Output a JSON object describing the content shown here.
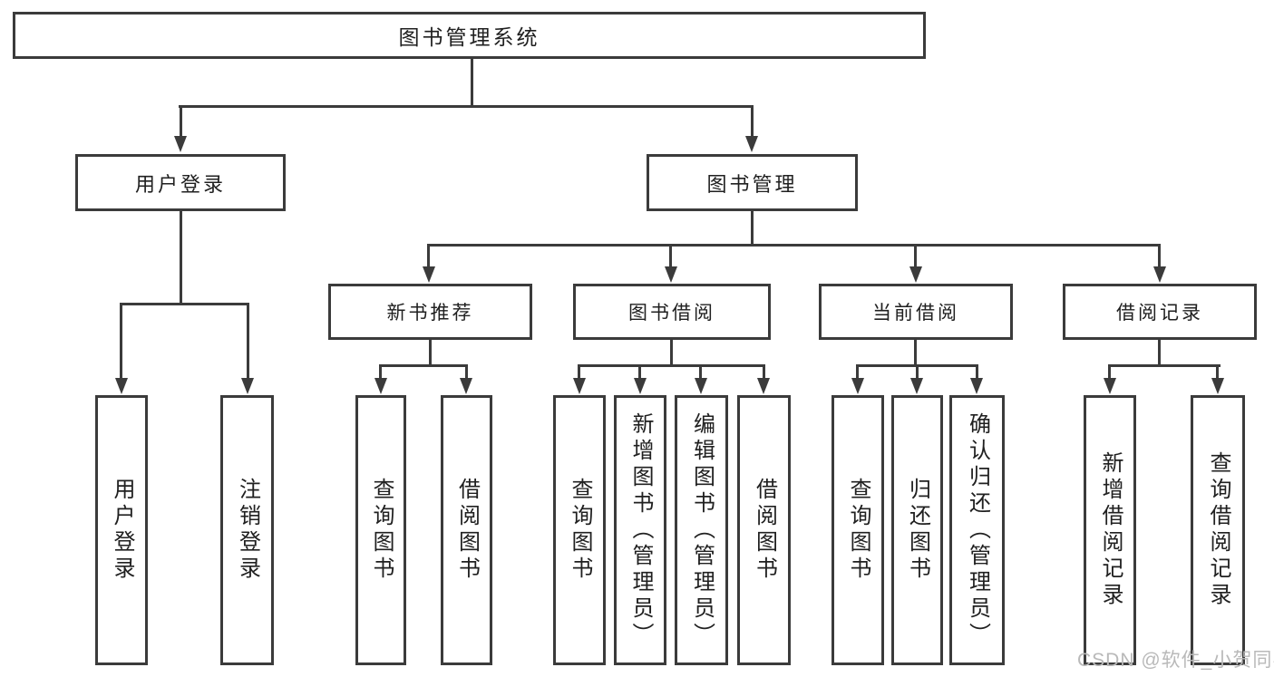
{
  "tree": {
    "root": {
      "label": "图书管理系统",
      "children": [
        {
          "label": "用户登录",
          "children": [
            {
              "label": "用户登录"
            },
            {
              "label": "注销登录"
            }
          ]
        },
        {
          "label": "图书管理",
          "children": [
            {
              "label": "新书推荐",
              "children": [
                {
                  "label": "查询图书"
                },
                {
                  "label": "借阅图书"
                }
              ]
            },
            {
              "label": "图书借阅",
              "children": [
                {
                  "label": "查询图书"
                },
                {
                  "label": "新增图书（管理员）"
                },
                {
                  "label": "编辑图书（管理员）"
                },
                {
                  "label": "借阅图书"
                }
              ]
            },
            {
              "label": "当前借阅",
              "children": [
                {
                  "label": "查询图书"
                },
                {
                  "label": "归还图书"
                },
                {
                  "label": "确认归还（管理员）"
                }
              ]
            },
            {
              "label": "借阅记录",
              "children": [
                {
                  "label": "新增借阅记录"
                },
                {
                  "label": "查询借阅记录"
                }
              ]
            }
          ]
        }
      ]
    }
  },
  "watermark": {
    "text": "CSDN @软件_小贺同学"
  },
  "colors": {
    "line": "#3b3b3b",
    "text": "#202020",
    "watermark": "#b9b9b9",
    "background": "#ffffff"
  }
}
